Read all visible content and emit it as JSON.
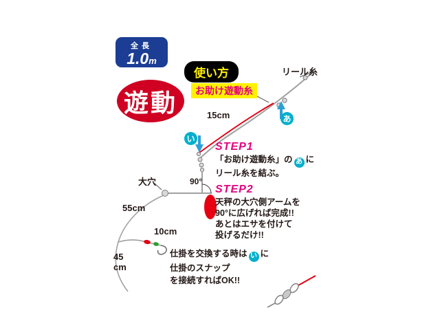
{
  "colors": {
    "blue_badge": "#1b3d94",
    "seal_red": "#cf0022",
    "magenta": "#e4007f",
    "yellow": "#fff100",
    "cyan": "#00afcc",
    "arrow_blue": "#2e9fd4",
    "line_gray": "#9fa0a0",
    "red_line": "#e60012",
    "text_black": "#231815"
  },
  "length_badge": {
    "label": "全長",
    "value": "1.0",
    "unit": "m"
  },
  "seal": "遊動",
  "usage_badge": "使い方",
  "helper_line_label": "お助け遊動糸",
  "reel_line_label": "リール糸",
  "marker_a": "あ",
  "marker_i": "い",
  "dim_15": "15cm",
  "dim_55": "55cm",
  "dim_10": "10cm",
  "dim_45_value": "45",
  "dim_45_unit": "cm",
  "big_hole_label": "大穴",
  "angle_label": "90°",
  "step1": {
    "title": "STEP1",
    "line1_pre": "「お助け遊動糸」の",
    "marker": "あ",
    "line1_post": "に",
    "line2": "リール糸を結ぶ。"
  },
  "step2": {
    "title": "STEP2",
    "lines": [
      "天秤の大穴側アームを",
      "90°に広げれば完成!!",
      "あとはエサを付けて",
      "投げるだけ!!"
    ]
  },
  "swap_note": {
    "line1_pre": "仕掛を交換する時は",
    "marker": "い",
    "line1_post": "に",
    "line2": "仕掛のスナップ",
    "line3": "を接続すればOK!!"
  }
}
